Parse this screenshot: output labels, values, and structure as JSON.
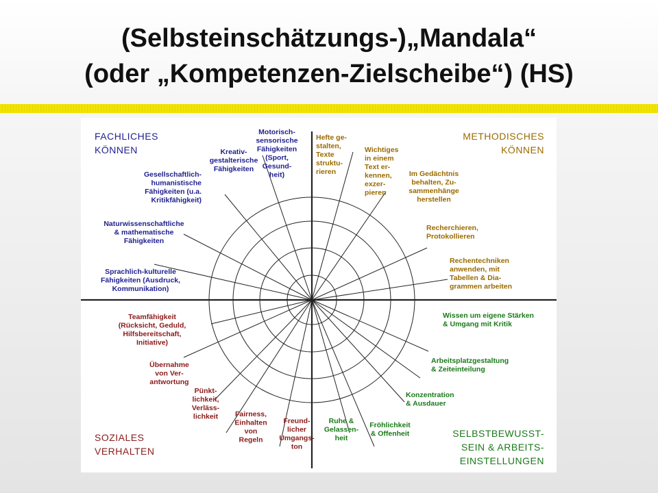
{
  "title": {
    "line1": "(Selbsteinschätzungs-)„Mandala“",
    "line2": "(oder „Kompetenzen-Zielscheibe“) (HS)"
  },
  "colors": {
    "accent_bar": "#f2e600",
    "fachlich": "#1f1f8f",
    "methodisch": "#9a6b00",
    "selbst": "#1a7a1a",
    "sozial": "#8b1a1a",
    "lines": "#222222"
  },
  "corners": {
    "fachlich": [
      "FACHLICHES",
      "KÖNNEN"
    ],
    "methodisch": [
      "METHODISCHES",
      "KÖNNEN"
    ],
    "sozial": [
      "SOZIALES",
      "VERHALTEN"
    ],
    "selbst": [
      "SELBSTBEWUSST-",
      "SEIN & ARBEITS-",
      "EINSTELLUNGEN"
    ]
  },
  "labels": {
    "motorisch": [
      "Motorisch-",
      "sensorische",
      "Fähigkeiten",
      "(Sport,",
      "Gesund-",
      "heit)"
    ],
    "kreativ": [
      "Kreativ-",
      "gestalterische",
      "Fähigkeiten"
    ],
    "gesellschaft": [
      "Gesellschaftlich-",
      "humanistische",
      "Fähigkeiten (u.a.",
      "Kritikfähigkeit)"
    ],
    "natur": [
      "Naturwissenschaftliche",
      "& mathematische",
      "Fähigkeiten"
    ],
    "sprach": [
      "Sprachlich-kulturelle",
      "Fähigkeiten (Ausdruck,",
      "Kommunikation)"
    ],
    "hefte": [
      "Hefte ge-",
      "stalten,",
      "Texte",
      "struktu-",
      "rieren"
    ],
    "wichtiges": [
      "Wichtiges",
      "in einem",
      "Text er-",
      "kennen,",
      "exzer-",
      "pieren"
    ],
    "gedaechtnis": [
      "Im Gedächtnis",
      "behalten,  Zu-",
      "sammenhänge",
      "herstellen"
    ],
    "recherche": [
      "Recherchieren,",
      "Protokollieren"
    ],
    "rechen": [
      "Rechentechniken",
      "anwenden, mit",
      "Tabellen & Dia-",
      "grammen arbeiten"
    ],
    "staerken": [
      "Wissen um eigene Stärken",
      "& Umgang mit Kritik"
    ],
    "arbeitsplatz": [
      "Arbeitsplatzgestaltung",
      "& Zeiteinteilung"
    ],
    "konzentration": [
      "Konzentration",
      "& Ausdauer"
    ],
    "froehlich": [
      "Fröhlichkeit",
      "& Offenheit"
    ],
    "ruhe": [
      "Ruhe &",
      "Gelassen-",
      "heit"
    ],
    "team": [
      "Teamfähigkeit",
      "(Rücksicht, Geduld,",
      "Hilfsbereitschaft,",
      "Initiative)"
    ],
    "verantwortung": [
      "Übernahme",
      "von Ver-",
      "antwortung"
    ],
    "puenkt": [
      "Pünkt-",
      "lichkeit,",
      "Verläss-",
      "lichkeit"
    ],
    "fairness": [
      "Fairness,",
      "Einhalten",
      "von",
      "Regeln"
    ],
    "freund": [
      "Freund-",
      "licher",
      "Umgangs-",
      "ton"
    ]
  }
}
